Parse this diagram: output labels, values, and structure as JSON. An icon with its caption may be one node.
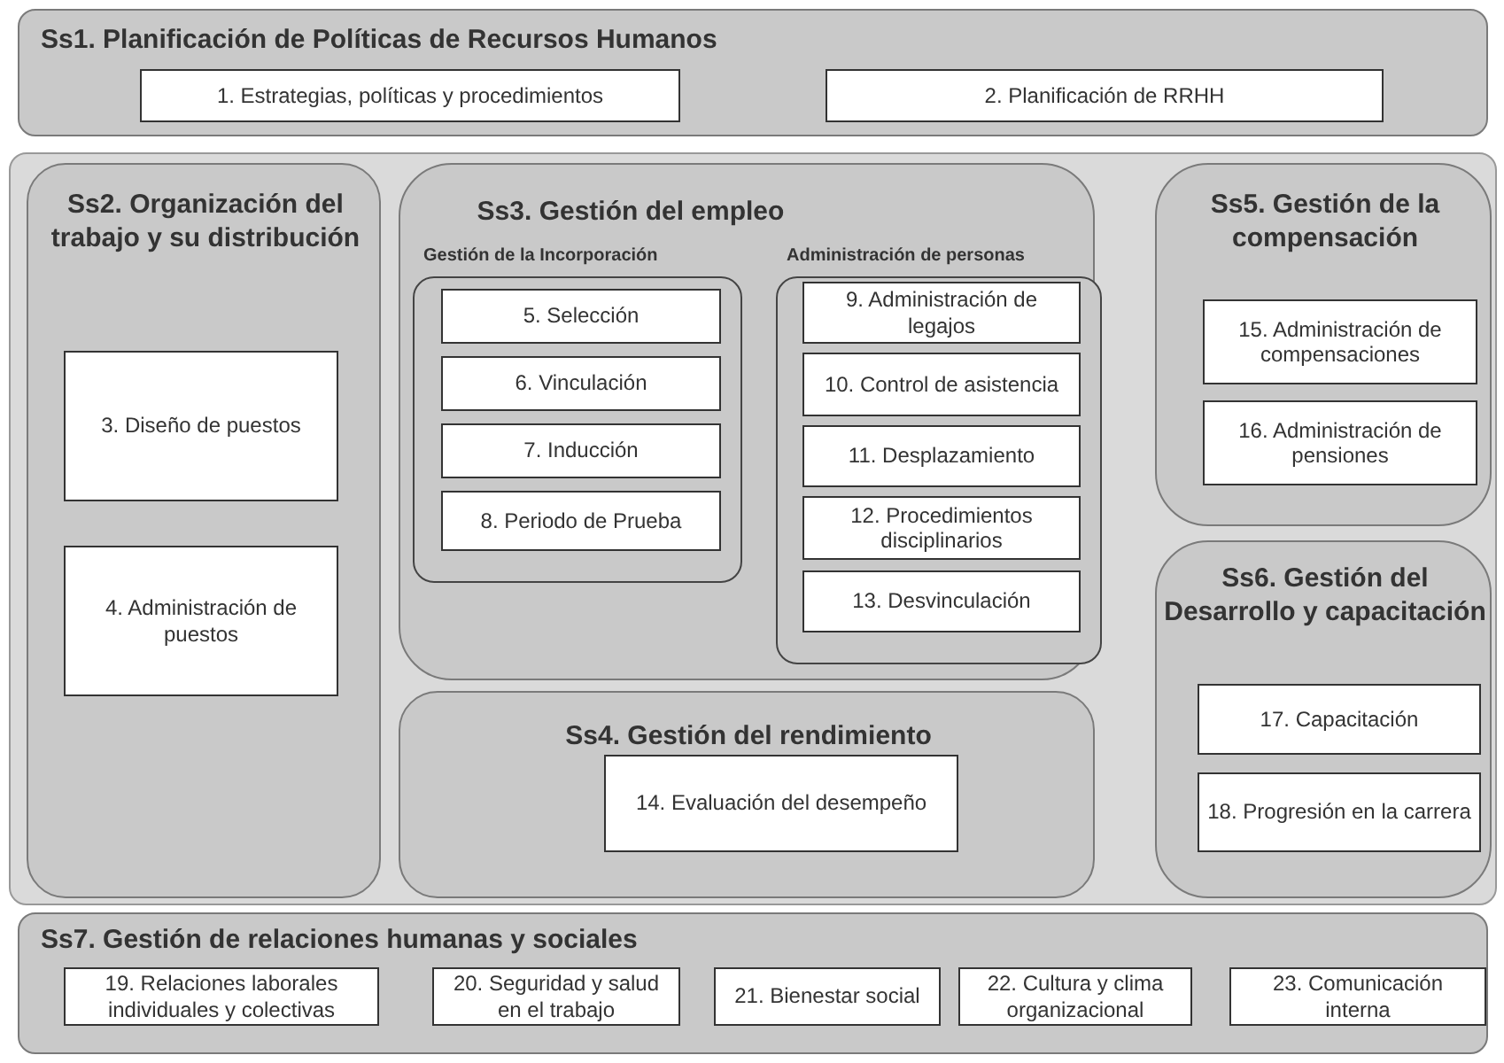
{
  "diagram": {
    "nodes": [
      {
        "text": [
          "Ss1. Planificación de Políticas de Recursos Humanos"
        ]
      },
      {
        "text": [
          "1. Estrategias, políticas y procedimientos"
        ],
        "in": 0
      },
      {
        "text": [
          "2. Planificación de RRHH"
        ],
        "in": 0
      },
      {
        "text": [
          "Ss2. Organización del trabajo y su distribución"
        ]
      },
      {
        "text": [
          "3. Diseño de puestos"
        ],
        "in": 3
      },
      {
        "text": [
          "4. Administración de puestos"
        ],
        "in": 3
      },
      {
        "text": [
          "Ss3. Gestión del empleo"
        ]
      },
      {
        "text": [
          "Gestión de la Incorporación"
        ],
        "in": 6
      },
      {
        "text": [
          "5. Selección"
        ],
        "in": 7
      },
      {
        "text": [
          "6. Vinculación"
        ],
        "in": 7
      },
      {
        "text": [
          "7. Inducción"
        ],
        "in": 7
      },
      {
        "text": [
          "8. Periodo de Prueba"
        ],
        "in": 7
      },
      {
        "text": [
          "Administración de personas"
        ],
        "in": 6
      },
      {
        "text": [
          "9. Administración de legajos"
        ],
        "in": 12
      },
      {
        "text": [
          "10. Control de asistencia"
        ],
        "in": 12
      },
      {
        "text": [
          "11. Desplazamiento"
        ],
        "in": 12
      },
      {
        "text": [
          "12. Procedimientos disciplinarios"
        ],
        "in": 12
      },
      {
        "text": [
          "13. Desvinculación"
        ],
        "in": 12
      },
      {
        "text": [
          "Ss4. Gestión del rendimiento"
        ]
      },
      {
        "text": [
          "14. Evaluación del desempeño"
        ],
        "in": 18
      },
      {
        "text": [
          "Ss5. Gestión de la compensación"
        ]
      },
      {
        "text": [
          "15. Administración de compensaciones"
        ],
        "in": 20
      },
      {
        "text": [
          "16. Administración de pensiones"
        ],
        "in": 20
      },
      {
        "text": [
          "Ss6. Gestión del Desarrollo y capacitación"
        ]
      },
      {
        "text": [
          "17. Capacitación"
        ],
        "in": 23
      },
      {
        "text": [
          "18. Progresión en la carrera"
        ],
        "in": 23
      },
      {
        "text": [
          "Ss7. Gestión de relaciones humanas y sociales"
        ]
      },
      {
        "text": [
          "19. Relaciones laborales individuales y colectivas"
        ],
        "in": 26
      },
      {
        "text": [
          "20. Seguridad y salud en el trabajo"
        ],
        "in": 26
      },
      {
        "text": [
          "21. Bienestar social"
        ],
        "in": 26
      },
      {
        "text": [
          "22. Cultura y clima organizacional"
        ],
        "in": 26
      },
      {
        "text": [
          "23. Comunicación interna"
        ],
        "in": 26
      }
    ]
  }
}
